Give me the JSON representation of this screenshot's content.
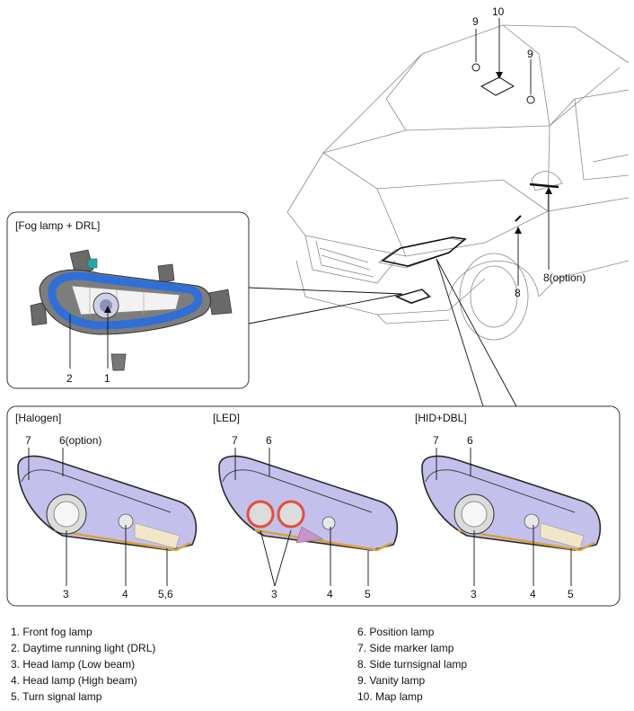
{
  "insets": {
    "fog": {
      "title": "[Fog lamp + DRL]",
      "callouts": [
        "2",
        "1"
      ]
    },
    "halogen": {
      "title": "[Halogen]",
      "callouts": [
        "7",
        "6(option)",
        "3",
        "4",
        "5,6"
      ]
    },
    "led": {
      "title": "[LED]",
      "callouts": [
        "7",
        "6",
        "3",
        "4",
        "5"
      ]
    },
    "hid": {
      "title": "[HID+DBL]",
      "callouts": [
        "7",
        "6",
        "3",
        "4",
        "5"
      ]
    }
  },
  "car_callouts": {
    "vanity_left": "9",
    "map": "10",
    "vanity_right": "9",
    "side_turn": "8",
    "mirror": "8(option)"
  },
  "legend_left": [
    "1. Front fog lamp",
    "2. Daytime running light (DRL)",
    "3. Head lamp (Low beam)",
    "4. Head lamp (High beam)",
    "5. Turn signal lamp"
  ],
  "legend_right": [
    "6. Position lamp",
    "7. Side marker lamp",
    "8. Side turnsignal lamp",
    "9. Vanity lamp",
    "10. Map lamp"
  ],
  "colors": {
    "drl_blue": "#2f6fd6",
    "bracket_gray": "#5a5a5a",
    "lens_purple": "#b9b6e8",
    "chrome": "#d8d8d8",
    "turn_orange": "#e8a23c",
    "led_ring_red": "#e0503c",
    "teal": "#23a9a6"
  }
}
